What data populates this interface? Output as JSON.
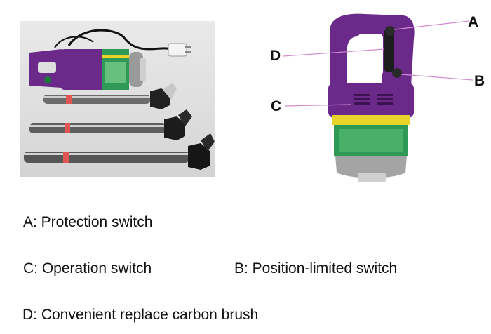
{
  "callouts": {
    "a": "A",
    "b": "B",
    "c": "C",
    "d": "D"
  },
  "captions": {
    "a": "A: Protection switch",
    "c": "C: Operation switch",
    "b": "B: Position-limited switch",
    "d": "D: Convenient replace carbon brush"
  },
  "colors": {
    "body_purple": "#6b2a8a",
    "label_green": "#2f9a55",
    "label_yellow": "#e8d42a",
    "callout_line": "#d48bd4"
  }
}
